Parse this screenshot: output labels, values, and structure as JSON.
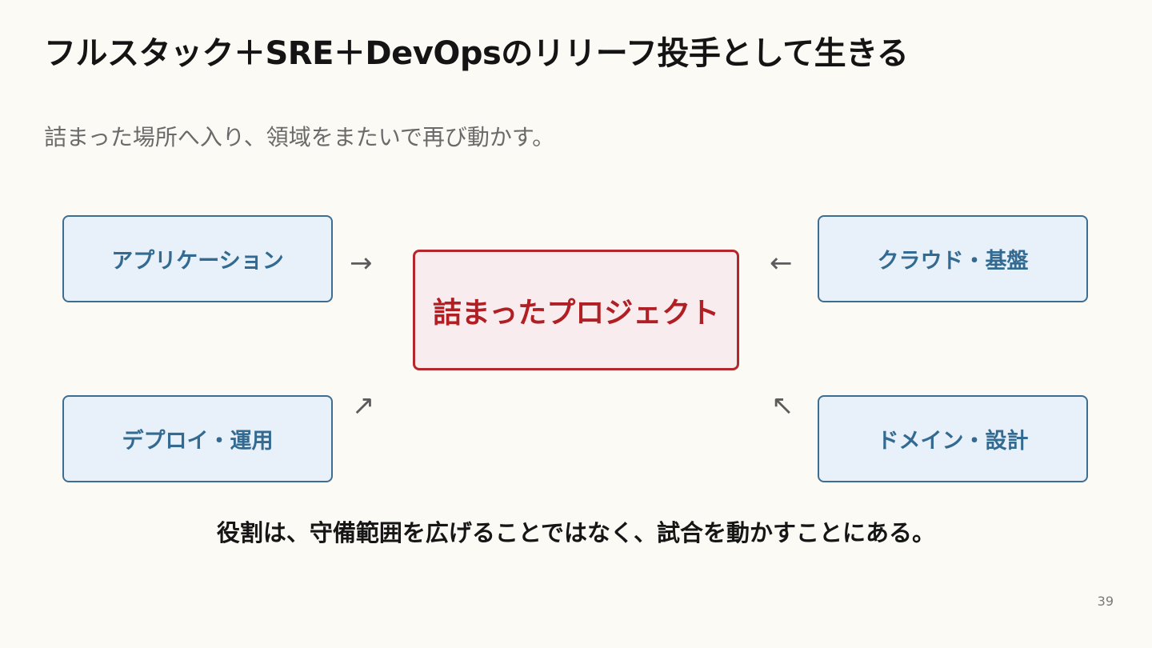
{
  "slide": {
    "title": "フルスタック＋SRE＋DevOpsのリリーフ投手として生きる",
    "subtitle": "詰まった場所へ入り、領域をまたいで再び動かす。",
    "conclusion": "役割は、守備範囲を広げることではなく、試合を動かすことにある。",
    "page_number": "39"
  },
  "diagram": {
    "center": "詰まったプロジェクト",
    "top_left": "アプリケーション",
    "top_right": "クラウド・基盤",
    "bottom_left": "デプロイ・運用",
    "bottom_right": "ドメイン・設計",
    "arrows": {
      "top_left": "→",
      "top_right": "←",
      "bottom_left": "↗",
      "bottom_right": "↖"
    }
  },
  "colors": {
    "background": "#fbfaf5",
    "side_box_fill": "#e8f1f9",
    "side_box_border": "#3e6d92",
    "side_box_text": "#336a91",
    "center_fill": "#f8ecee",
    "center_border": "#b4272c",
    "center_text": "#b01f24"
  }
}
